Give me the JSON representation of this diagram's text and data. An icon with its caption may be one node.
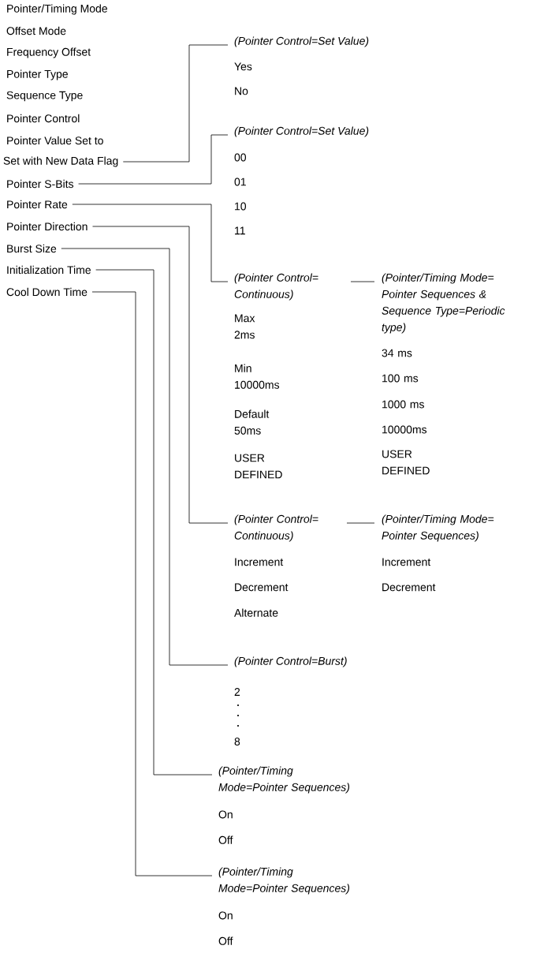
{
  "diagram": {
    "nodes": [
      {
        "text": [
          "Set with New Data Flag"
        ]
      },
      {
        "text": [
          "Pointer S-Bits"
        ]
      },
      {
        "text": [
          "Pointer Rate"
        ]
      },
      {
        "text": [
          "Pointer Direction"
        ]
      },
      {
        "text": [
          "Burst Size"
        ]
      },
      {
        "text": [
          "Initialization Time"
        ]
      },
      {
        "text": [
          "Cool Down Time"
        ]
      },
      {
        "text": [
          "(Pointer Control=Set Value)"
        ],
        "beside": [
          "Yes",
          "No"
        ]
      },
      {
        "text": [
          "(Pointer Control=Set Value)"
        ],
        "beside": [
          "00",
          "01",
          "10",
          "11"
        ]
      },
      {
        "text": [
          "(Pointer Control= Continuous)"
        ],
        "beside": [
          "Max 2ms",
          "Min 10000ms",
          "Default 50ms",
          "USER DEFINED"
        ]
      },
      {
        "text": [
          "(Pointer/Timing Mode= Pointer Sequences & Sequence Type=Periodic type)"
        ],
        "beside": [
          "34 ms",
          "100 ms",
          "1000 ms",
          "10000ms",
          "USER DEFINED"
        ]
      },
      {
        "text": [
          "(Pointer Control= Continuous)"
        ],
        "beside": [
          "Increment",
          "Decrement",
          "Alternate"
        ]
      },
      {
        "text": [
          "(Pointer/Timing Mode= Pointer Sequences)"
        ],
        "beside": [
          "Increment",
          "Decrement"
        ]
      },
      {
        "text": [
          "(Pointer Control=Burst)"
        ]
      },
      {
        "text": [
          "(Pointer/Timing Mode=Pointer Sequences)"
        ],
        "beside": [
          "On",
          "Off"
        ]
      },
      {
        "text": [
          "(Pointer/Timing Mode=Pointer Sequences)"
        ],
        "beside": [
          "On",
          "Off"
        ]
      }
    ],
    "edges": [
      {
        "from": 0,
        "to": 7,
        "arrow": "none"
      },
      {
        "from": 1,
        "to": 8,
        "arrow": "none"
      },
      {
        "from": 2,
        "to": 9,
        "arrow": "none"
      },
      {
        "from": 9,
        "to": 10,
        "arrow": "none"
      },
      {
        "from": 3,
        "to": 11,
        "arrow": "none"
      },
      {
        "from": 11,
        "to": 12,
        "arrow": "none"
      },
      {
        "from": 4,
        "to": 13,
        "arrow": "none"
      },
      {
        "from": 5,
        "to": 14,
        "arrow": "none"
      },
      {
        "from": 6,
        "to": 15,
        "arrow": "none"
      }
    ],
    "labels": [
      "Pointer/Timing Mode",
      "Offset Mode",
      "Frequency Offset",
      "Pointer Type",
      "Sequence Type",
      "Pointer Control",
      "Pointer Value Set to",
      "2",
      "8"
    ]
  }
}
